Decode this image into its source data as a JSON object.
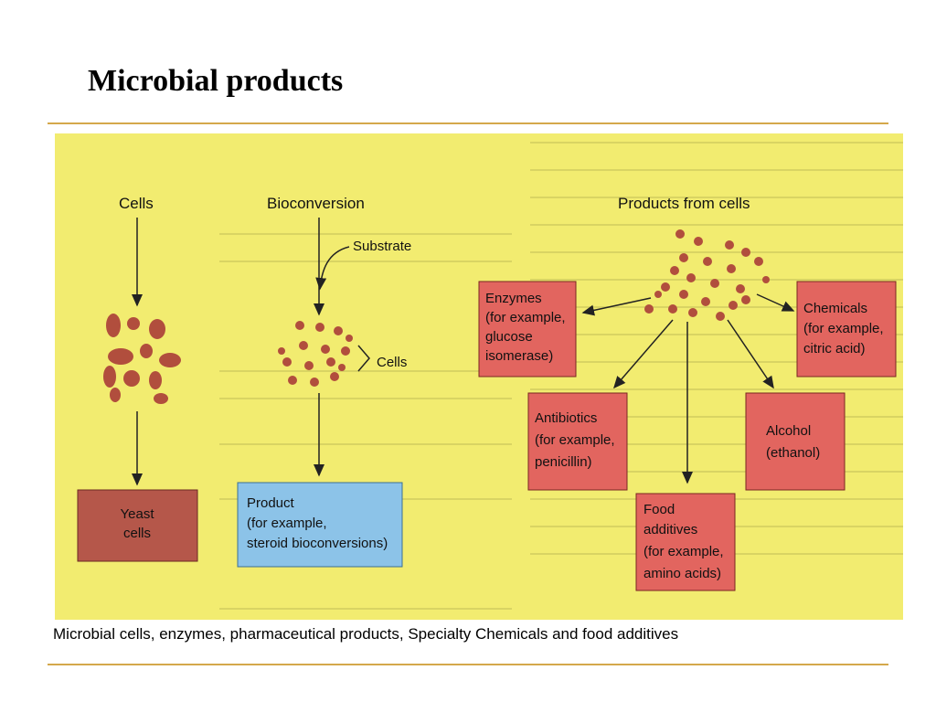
{
  "slide": {
    "title": "Microbial products",
    "caption": "Microbial cells, enzymes, pharmaceutical products, Specialty Chemicals and food additives"
  },
  "diagram": {
    "cells_label": "Cells",
    "bioconversion_label": "Bioconversion",
    "substrate_label": "Substrate",
    "cells_small_label": "Cells",
    "products_label": "Products from cells",
    "yeast_box": [
      "Yeast",
      "cells"
    ],
    "product_box": [
      "Product",
      "(for example,",
      "steroid bioconversions)"
    ],
    "enzymes_box": [
      "Enzymes",
      "(for example,",
      "glucose",
      "isomerase)"
    ],
    "chemicals_box": [
      "Chemicals",
      "(for example,",
      "citric acid)"
    ],
    "antibiotics_box": [
      "Antibiotics",
      "(for example,",
      "penicillin)"
    ],
    "alcohol_box": [
      "Alcohol",
      "(ethanol)"
    ],
    "food_box": [
      "Food",
      "additives",
      "(for example,",
      "amino acids)"
    ]
  },
  "colors": {
    "background": "#f2ec70",
    "yeast_box": "#b5574a",
    "product_box": "#8cc3e8",
    "product_boxes": "#e2655f",
    "cell_dots": "#b14e3d",
    "rule": "#d4a84b"
  }
}
